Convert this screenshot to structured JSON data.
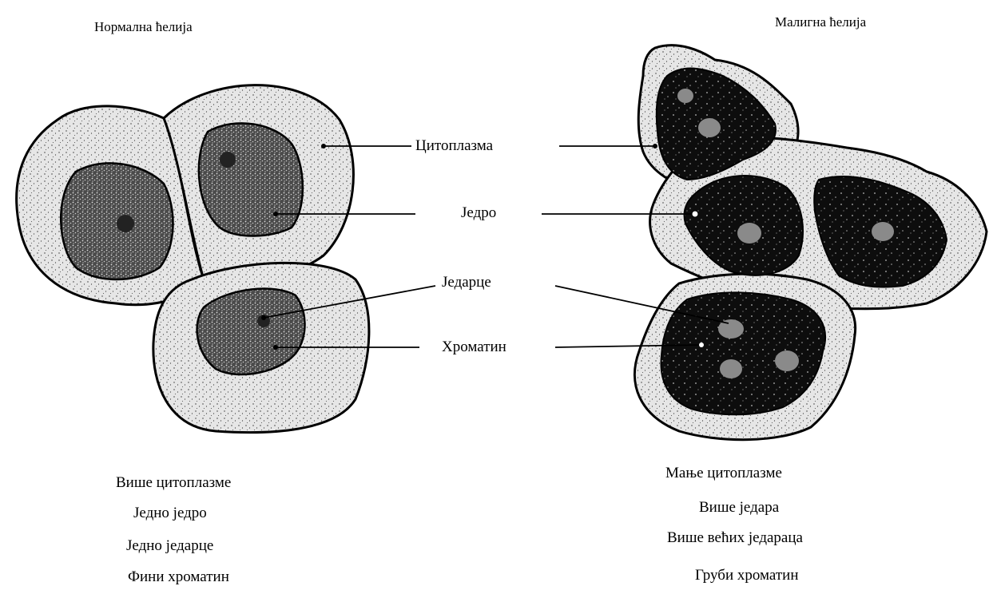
{
  "normal": {
    "title": "Нормална ћелија",
    "features": [
      "Више цитоплазме",
      "Једно једро",
      "Једно једарце",
      "Фини хроматин"
    ]
  },
  "malignant": {
    "title": "Малигна ћелија",
    "features": [
      "Мање цитоплазме",
      "Више једара",
      "Више већих једараца",
      "Груби хроматин"
    ]
  },
  "labels": {
    "cytoplasm": "Цитоплазма",
    "nucleus": "Једро",
    "nucleolus": "Једарце",
    "chromatin": "Хроматин"
  },
  "colors": {
    "cytoplasm_fill": "#e6e6e6",
    "normal_nucleus_fill": "#585858",
    "malignant_nucleus_fill": "#0d0d0d",
    "outline": "#000000"
  }
}
